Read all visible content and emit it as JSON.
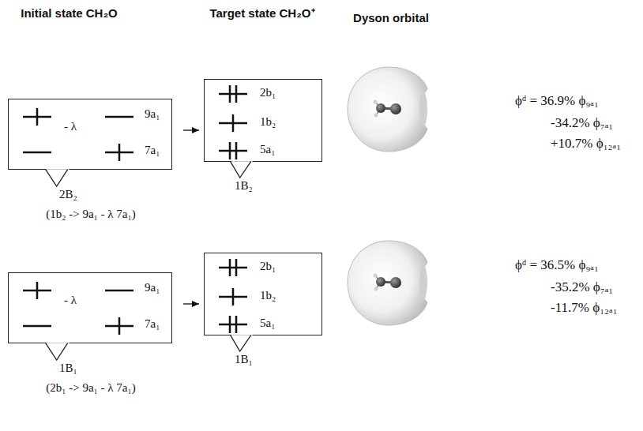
{
  "diagram": {
    "nodes": [
      {
        "text": [
          "- λ",
          "9a₁",
          "7a₁",
          "2B₂",
          "(1b₂ -> 9a₁ - λ 7a₁)"
        ]
      },
      {
        "text": [
          "2b₁",
          "1b₂",
          "5a₁",
          "1B₂"
        ]
      },
      {
        "text": [
          "- λ",
          "9a₁",
          "7a₁",
          "1B₁",
          "(2b₁ -> 9a₁ - λ 7a₁)"
        ]
      },
      {
        "text": [
          "2b₁",
          "1b₂",
          "5a₁",
          "1B₁"
        ]
      }
    ],
    "edges": [
      {
        "from": 0,
        "to": 1,
        "arrow": "to"
      },
      {
        "from": 2,
        "to": 3,
        "arrow": "to"
      }
    ],
    "labels": [
      "Initial state CH₂O",
      "Target state CH₂O⁺",
      "Dyson orbital",
      "ϕᵈ = 36.9% ϕ₉ₐ₁",
      "-34.2% ϕ₇ₐ₁",
      "+10.7% ϕ₁₂ₐ₁",
      "ϕᵈ = 36.5% ϕ₉ₐ₁",
      "-35.2% ϕ₇ₐ₁",
      "-11.7% ϕ₁₂ₐ₁"
    ]
  }
}
